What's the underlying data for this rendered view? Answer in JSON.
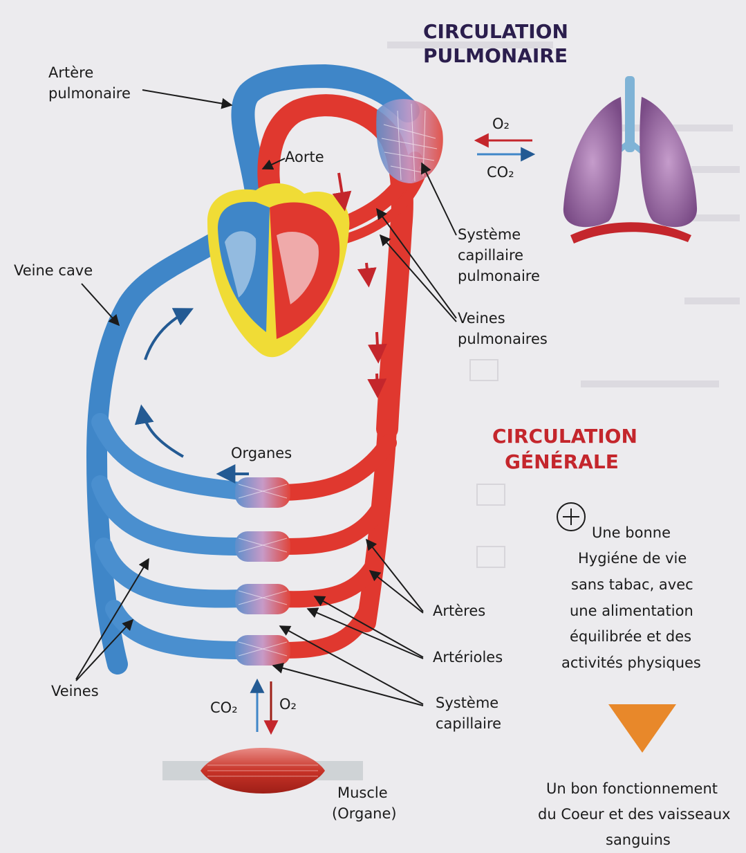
{
  "colors": {
    "pulmonary_title": "#2b1e4d",
    "general_title": "#c4262c",
    "vein": "#3f86c8",
    "vein_dark": "#235a93",
    "artery": "#e0382f",
    "artery_dark": "#b3211c",
    "capillary": "#b48bbd",
    "fat": "#f0dc36",
    "lung": "#8a5a93",
    "orange": "#e8882a",
    "background": "#ecebee"
  },
  "titles": {
    "pulmonary": [
      "CIRCULATION",
      "PULMONAIRE"
    ],
    "general": [
      "CIRCULATION",
      "GÉNÉRALE"
    ]
  },
  "labels": {
    "artere_pulmonaire": [
      "Artère",
      "pulmonaire"
    ],
    "aorte": "Aorte",
    "veine_cave": "Veine cave",
    "organes": "Organes",
    "veines": "Veines",
    "systeme_capillaire_pulmonaire": [
      "Système",
      "capillaire",
      "pulmonaire"
    ],
    "veines_pulmonaires": [
      "Veines",
      "pulmonaires"
    ],
    "arteres": "Artères",
    "arterioles": "Artérioles",
    "systeme_capillaire": [
      "Système",
      "capillaire"
    ],
    "muscle": [
      "Muscle",
      "(Organe)"
    ]
  },
  "gas_exchange": {
    "lung": {
      "o2": "O₂",
      "co2": "CO₂"
    },
    "muscle": {
      "co2": "CO₂",
      "o2": "O₂"
    }
  },
  "notes": {
    "plus_icon": "plus-circle-icon",
    "plus": [
      "Une bonne",
      "Hygiéne de vie",
      "sans tabac, avec",
      "une alimentation",
      "équilibrée et des",
      "activités physiques"
    ],
    "down_icon": "orange-down-triangle-icon",
    "down": [
      "Un bon fonctionnement",
      "du Coeur et des vaisseaux",
      "sanguins"
    ]
  }
}
